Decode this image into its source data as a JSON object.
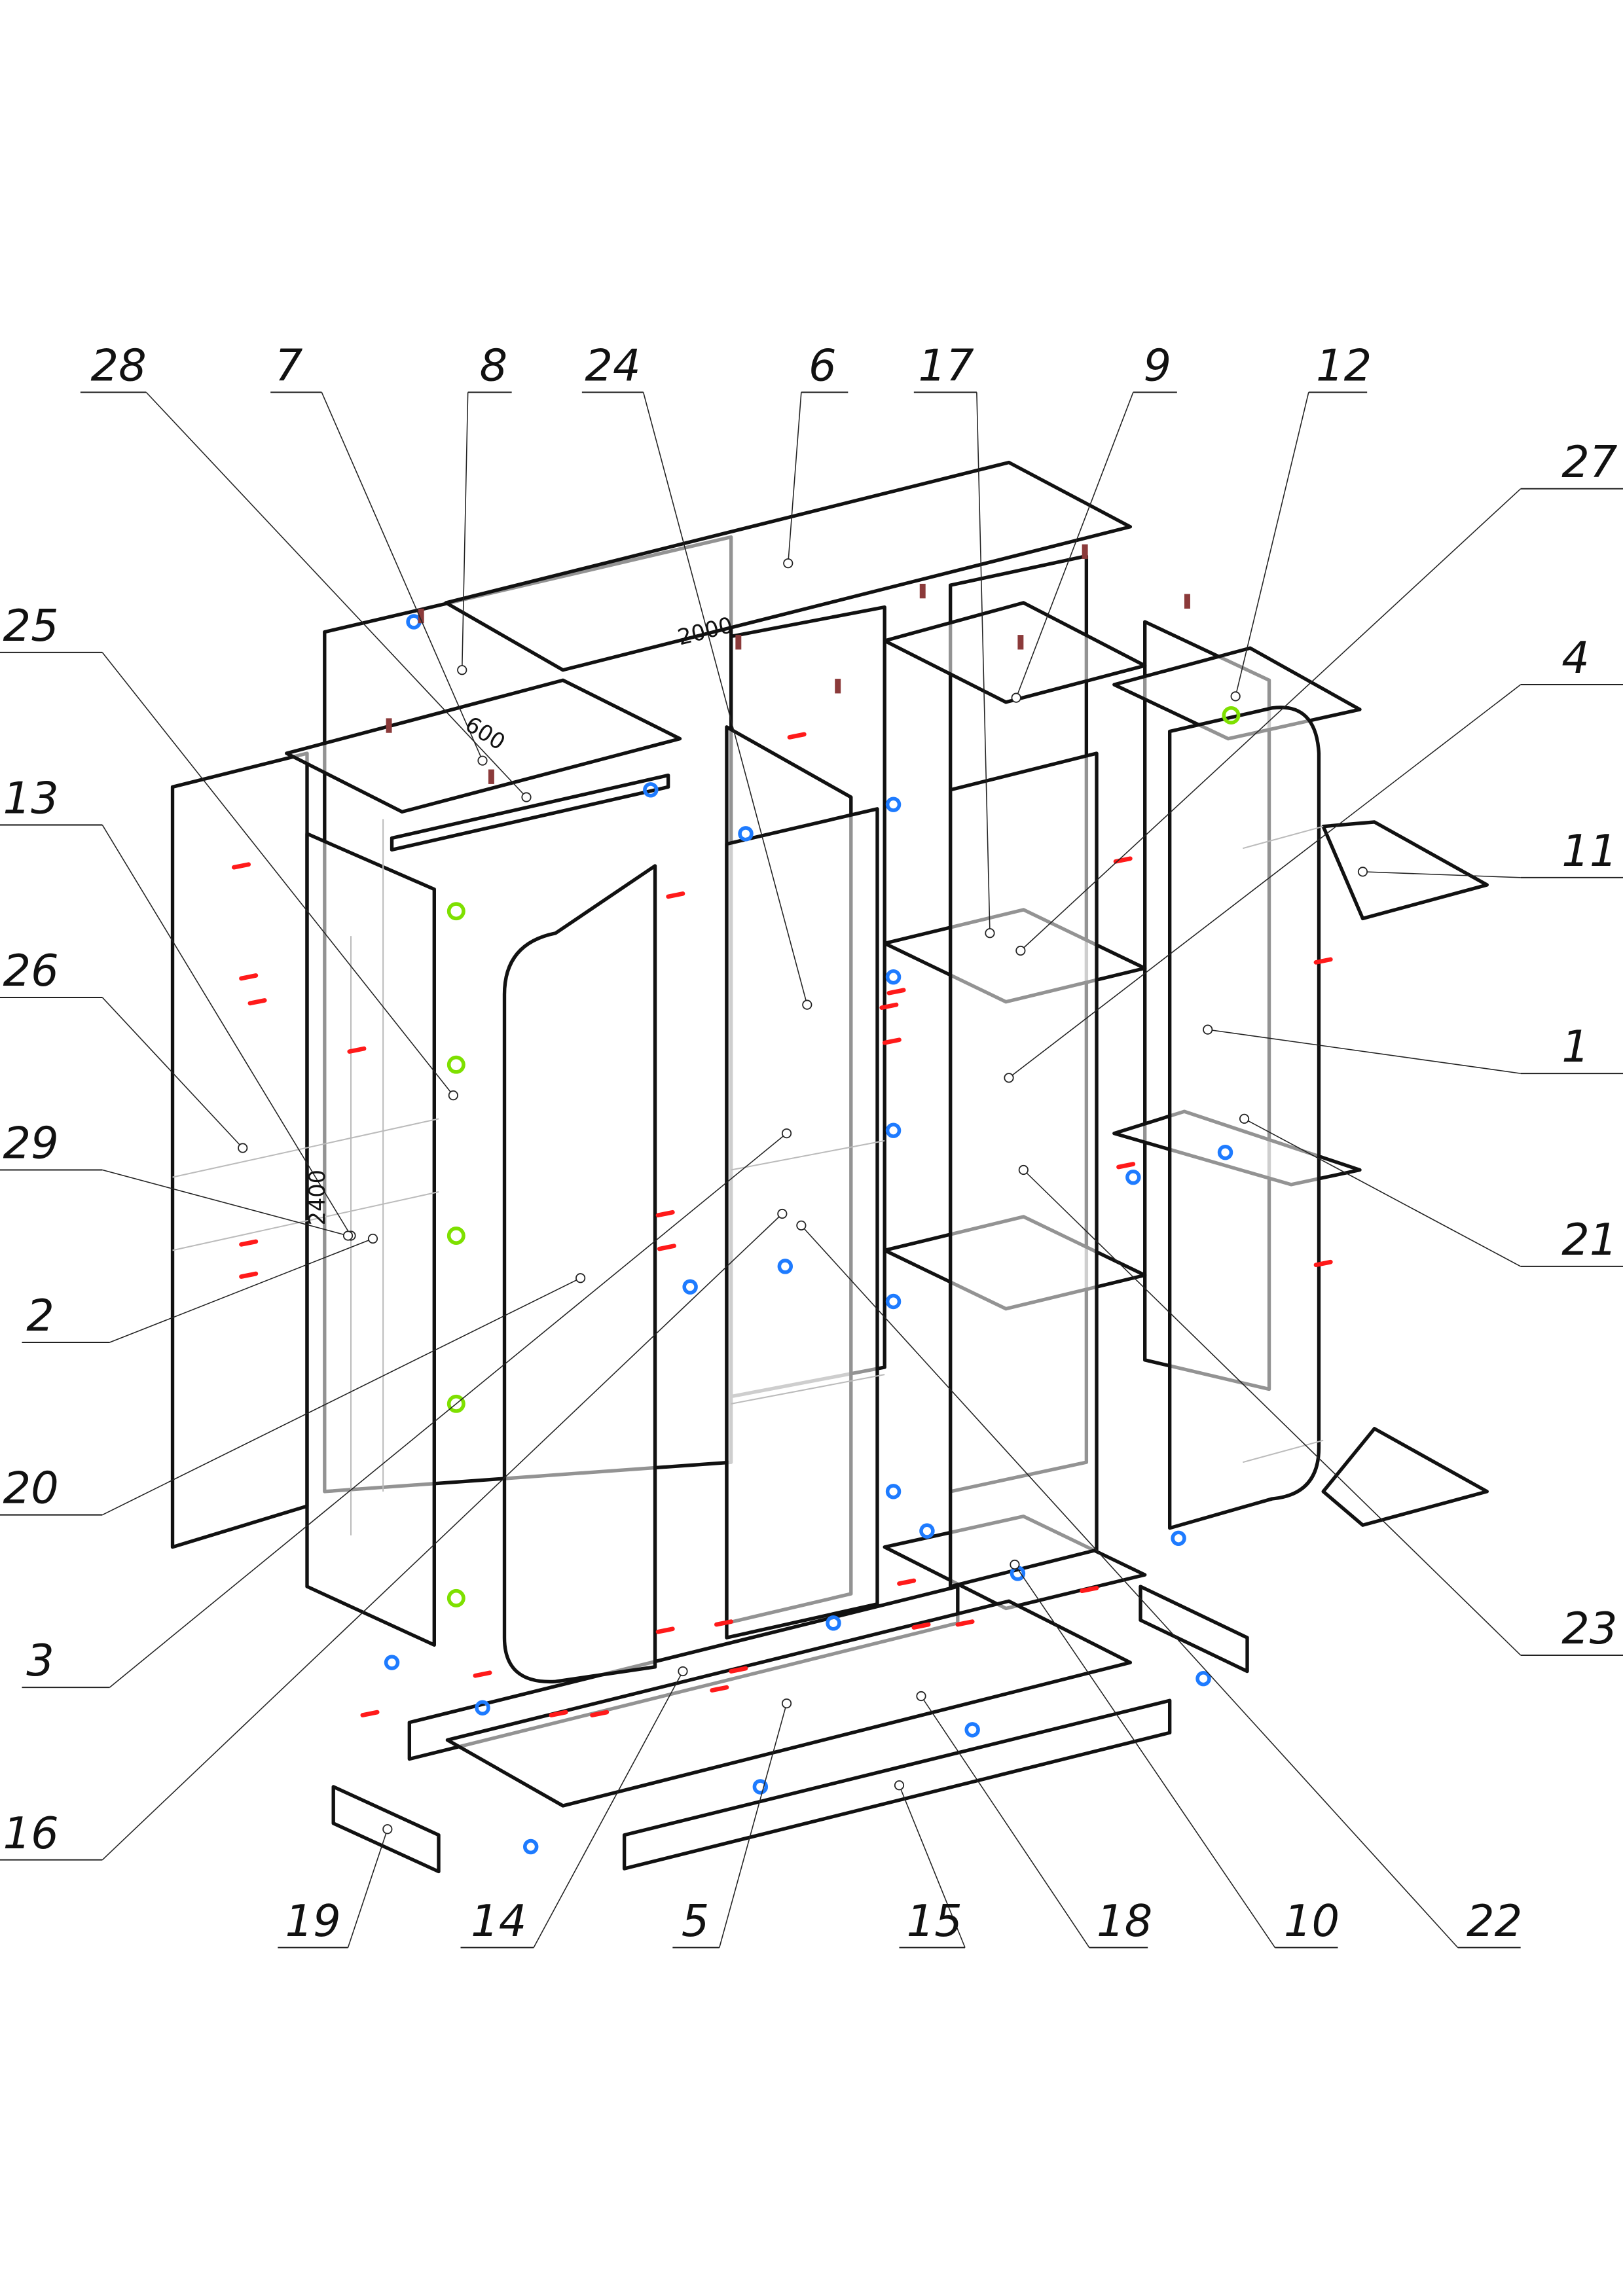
{
  "diagram": {
    "title": "Wardrobe exploded assembly view",
    "part_labels": [
      "28",
      "7",
      "8",
      "24",
      "6",
      "17",
      "9",
      "12",
      "27",
      "25",
      "4",
      "13",
      "11",
      "26",
      "1",
      "29",
      "21",
      "2",
      "20",
      "23",
      "3",
      "16",
      "19",
      "14",
      "5",
      "15",
      "18",
      "10",
      "22"
    ],
    "dimensions": {
      "width": "2000",
      "depth": "600",
      "height": "2400"
    },
    "colors": {
      "confirmat": "#ff1a1a",
      "fixture": "#1e7bff",
      "cam": "#7ee000",
      "dowel": "#8b3a3a",
      "line": "#111111"
    }
  }
}
